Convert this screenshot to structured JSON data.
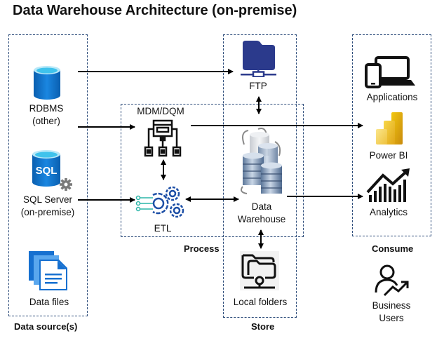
{
  "title": "Data Warehouse Architecture (on-premise)",
  "sections": {
    "data_sources": "Data source(s)",
    "process": "Process",
    "store": "Store",
    "consume": "Consume"
  },
  "nodes": {
    "rdbms": {
      "line1": "RDBMS",
      "line2": "(other)",
      "icon": "database-cylinder-icon"
    },
    "sql_server": {
      "line1": "SQL Server",
      "line2": "(on-premise)",
      "icon": "sql-database-icon"
    },
    "data_files": {
      "label": "Data files",
      "icon": "documents-icon"
    },
    "ftp": {
      "label": "FTP",
      "icon": "network-folder-icon"
    },
    "mdm": {
      "label": "MDM/DQM",
      "icon": "hierarchy-icon"
    },
    "etl": {
      "label": "ETL",
      "icon": "gears-icon"
    },
    "dwh": {
      "line1": "Data",
      "line2": "Warehouse",
      "icon": "database-stack-icon"
    },
    "local_folders": {
      "label": "Local folders",
      "icon": "shared-folder-icon"
    },
    "applications": {
      "label": "Applications",
      "icon": "devices-icon"
    },
    "power_bi": {
      "label": "Power BI",
      "icon": "power-bi-icon"
    },
    "analytics": {
      "label": "Analytics",
      "icon": "growth-chart-icon"
    },
    "business_users": {
      "line1": "Business",
      "line2": "Users",
      "icon": "user-trend-icon"
    }
  },
  "connections": [
    {
      "from": "RDBMS",
      "to": "FTP",
      "direction": "one-way"
    },
    {
      "from": "RDBMS",
      "to": "MDM/DQM",
      "direction": "one-way"
    },
    {
      "from": "SQL Server",
      "to": "ETL",
      "direction": "one-way"
    },
    {
      "from": "FTP",
      "to": "Data Warehouse",
      "direction": "two-way"
    },
    {
      "from": "MDM/DQM",
      "to": "ETL",
      "direction": "two-way"
    },
    {
      "from": "ETL",
      "to": "Data Warehouse",
      "direction": "two-way"
    },
    {
      "from": "MDM/DQM",
      "to": "Power BI",
      "direction": "one-way"
    },
    {
      "from": "Data Warehouse",
      "to": "Analytics",
      "direction": "one-way"
    },
    {
      "from": "Data Warehouse",
      "to": "Local folders",
      "direction": "two-way"
    }
  ],
  "colors": {
    "box_border": "#2e4d7b",
    "ftp_blue": "#2b3a8c",
    "azure_blue": "#0a6fc7",
    "etl_blue": "#1d4fa6",
    "etl_teal": "#2bb5a8",
    "powerbi_gold": "#e8b41a"
  }
}
